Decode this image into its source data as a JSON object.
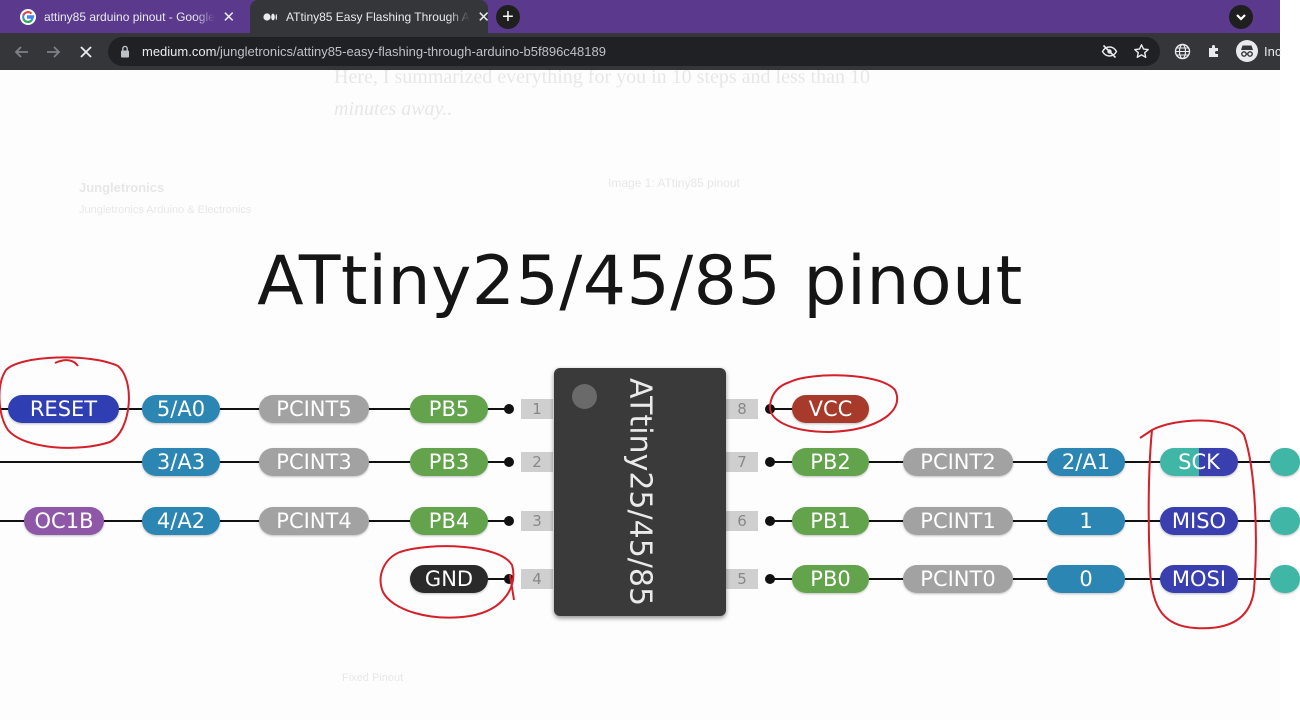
{
  "browser": {
    "tabs": [
      {
        "title": "attiny85 arduino pinout - Google",
        "active": false
      },
      {
        "title": "ATtiny85 Easy Flashing Through A",
        "active": true
      }
    ],
    "new_tab_symbol": "+",
    "url_host": "medium.com",
    "url_path": "/jungletronics/attiny85-easy-flashing-through-arduino-b5f896c48189",
    "profile_label": "Inc",
    "icons": [
      "google-g-icon",
      "medium-icon",
      "close-icon",
      "plus-icon",
      "tab-search-icon",
      "back-arrow-icon",
      "forward-arrow-icon",
      "stop-loading-icon",
      "lock-icon",
      "eye-off-icon",
      "star-icon",
      "globe-icon",
      "puzzle-icon",
      "incognito-icon"
    ]
  },
  "article": {
    "intro_line1": "Here, I summarized everything for you in 10 steps and less than 10",
    "intro_line2": "minutes away..",
    "author": "Jungletronics",
    "author_sub": "Jungletronics Arduino & Electronics",
    "caption": "Image 1: ATtiny85 pinout",
    "footer_author": "Fixed Pinout"
  },
  "diagram": {
    "title": "ATtiny25/45/85 pinout",
    "chip_label": "ATtiny25/45/85",
    "pin_numbers": [
      "1",
      "2",
      "3",
      "4",
      "5",
      "6",
      "7",
      "8"
    ],
    "left_pins": [
      {
        "num": "1",
        "labels": [
          "RESET",
          "5/A0",
          "PCINT5",
          "PB5"
        ]
      },
      {
        "num": "2",
        "labels": [
          "3/A3",
          "PCINT3",
          "PB3"
        ]
      },
      {
        "num": "3",
        "labels": [
          "OC1B",
          "4/A2",
          "PCINT4",
          "PB4"
        ]
      },
      {
        "num": "4",
        "labels": [
          "GND"
        ]
      }
    ],
    "right_pins": [
      {
        "num": "8",
        "labels": [
          "VCC"
        ]
      },
      {
        "num": "7",
        "labels": [
          "PB2",
          "PCINT2",
          "2/A1",
          "SCK"
        ]
      },
      {
        "num": "6",
        "labels": [
          "PB1",
          "PCINT1",
          "1",
          "MISO"
        ]
      },
      {
        "num": "5",
        "labels": [
          "PB0",
          "PCINT0",
          "0",
          "MOSI"
        ]
      }
    ],
    "colors": {
      "reset": "#2f3fb3",
      "analog": "#2c86b4",
      "pcint": "#a2a2a2",
      "port": "#62a34c",
      "gnd": "#2a2a2a",
      "vcc": "#a83a2c",
      "spi": "#3a3fb0",
      "sck_teal": "#3fb6a6",
      "pwm": "#8e57a8",
      "annotation": "#d3202a"
    }
  }
}
